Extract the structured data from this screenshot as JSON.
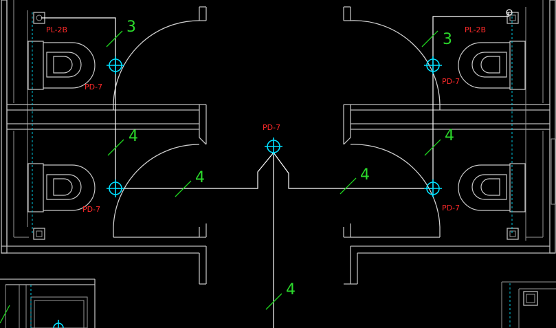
{
  "labels": {
    "pl_left": "PL-2B",
    "pl_right": "PL-2B",
    "pd_left_top": "PD-7",
    "pd_left_bottom": "PD-7",
    "pd_center": "PD-7",
    "pd_right_top": "PD-7",
    "pd_right_bottom": "PD-7"
  },
  "pipe_numbers": {
    "left_top": "3",
    "right_top": "3",
    "left_mid": "4",
    "right_mid": "4",
    "center_left": "4",
    "center_right": "4",
    "bottom": "4"
  },
  "colors": {
    "background": "#000000",
    "wall": "#bdbdbd",
    "pipe": "#ffffff",
    "drain": "#00e0ff",
    "label_red": "#ff2a2a",
    "label_green": "#2bd92b"
  }
}
